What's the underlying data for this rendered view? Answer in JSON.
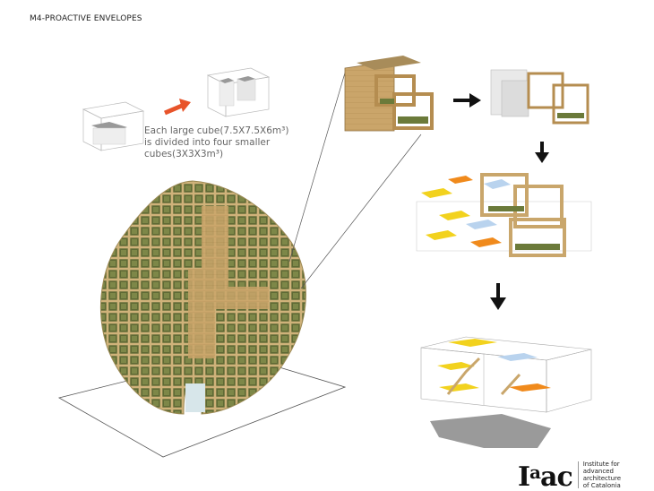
{
  "title": "M4-PROACTIVE ENVELOPES",
  "caption": {
    "line1": "Each large cube(7.5X7.5X6m³)",
    "line2": "is divided into four smaller",
    "line3": "cubes(3X3X3m³)"
  },
  "logo": {
    "mark": "Iaac",
    "lines": [
      "Institute for",
      "advanced",
      "architecture",
      "of Catalonia"
    ]
  },
  "colors": {
    "arrow_accent": "#e8542a",
    "frame_wood": "#c9a66b",
    "floor_green": "#6b7a3a",
    "highlight_yellow": "#f2d21e",
    "highlight_orange": "#f08a1c",
    "highlight_blue": "#b9d3ee"
  }
}
